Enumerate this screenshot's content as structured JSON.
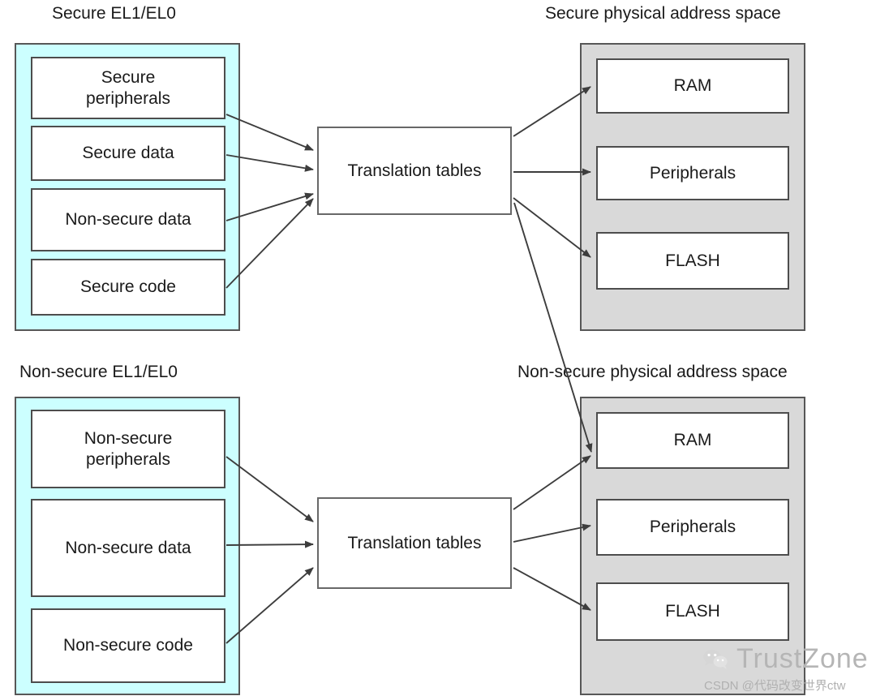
{
  "diagram": {
    "title": "TrustZone address space translation diagram",
    "colors": {
      "secure_world_fill": "#ccffff",
      "physical_space_fill": "#d9d9d9",
      "box_fill": "#ffffff",
      "stroke": "#4d4d4d",
      "text": "#1a1a1a",
      "watermark": "#b5b5b5"
    },
    "sections": [
      {
        "id": "secure-world",
        "title": "Secure EL1/EL0",
        "fill": "cyan",
        "items": [
          {
            "label": "Secure\nperipherals",
            "lines": [
              "Secure",
              "peripherals"
            ]
          },
          {
            "label": "Secure data",
            "lines": [
              "Secure data"
            ]
          },
          {
            "label": "Non-secure data",
            "lines": [
              "Non-secure data"
            ]
          },
          {
            "label": "Secure code",
            "lines": [
              "Secure code"
            ]
          }
        ]
      },
      {
        "id": "secure-physical-address-space",
        "title": "Secure physical address space",
        "fill": "gray",
        "items": [
          {
            "label": "RAM",
            "lines": [
              "RAM"
            ]
          },
          {
            "label": "Peripherals",
            "lines": [
              "Peripherals"
            ]
          },
          {
            "label": "FLASH",
            "lines": [
              "FLASH"
            ]
          }
        ]
      },
      {
        "id": "non-secure-world",
        "title": "Non-secure EL1/EL0",
        "fill": "cyan",
        "items": [
          {
            "label": "Non-secure\nperipherals",
            "lines": [
              "Non-secure",
              "peripherals"
            ]
          },
          {
            "label": "Non-secure data",
            "lines": [
              "Non-secure data"
            ]
          },
          {
            "label": "Non-secure code",
            "lines": [
              "Non-secure code"
            ]
          }
        ]
      },
      {
        "id": "non-secure-physical-address-space",
        "title": "Non-secure physical address space",
        "fill": "gray",
        "items": [
          {
            "label": "RAM",
            "lines": [
              "RAM"
            ]
          },
          {
            "label": "Peripherals",
            "lines": [
              "Peripherals"
            ]
          },
          {
            "label": "FLASH",
            "lines": [
              "FLASH"
            ]
          }
        ]
      }
    ],
    "translation_nodes": [
      {
        "id": "translation-tables-secure",
        "label": "Translation tables"
      },
      {
        "id": "translation-tables-non-secure",
        "label": "Translation tables"
      }
    ],
    "labels": {
      "secure_world_title": "Secure EL1/EL0",
      "secure_pas_title": "Secure physical address space",
      "non_secure_world_title": "Non-secure EL1/EL0",
      "non_secure_pas_title": "Non-secure physical address space",
      "translation_tables": "Translation tables",
      "secure_peripherals_l1": "Secure",
      "secure_peripherals_l2": "peripherals",
      "secure_data": "Secure data",
      "non_secure_data_in_secure": "Non-secure data",
      "secure_code": "Secure code",
      "ram": "RAM",
      "peripherals": "Peripherals",
      "flash": "FLASH",
      "ns_peripherals_l1": "Non-secure",
      "ns_peripherals_l2": "peripherals",
      "ns_data": "Non-secure data",
      "ns_code": "Non-secure code"
    },
    "watermark": {
      "brand": "TrustZone",
      "credit": "CSDN @代码改变世界ctw",
      "logo": "wechat-icon"
    }
  }
}
